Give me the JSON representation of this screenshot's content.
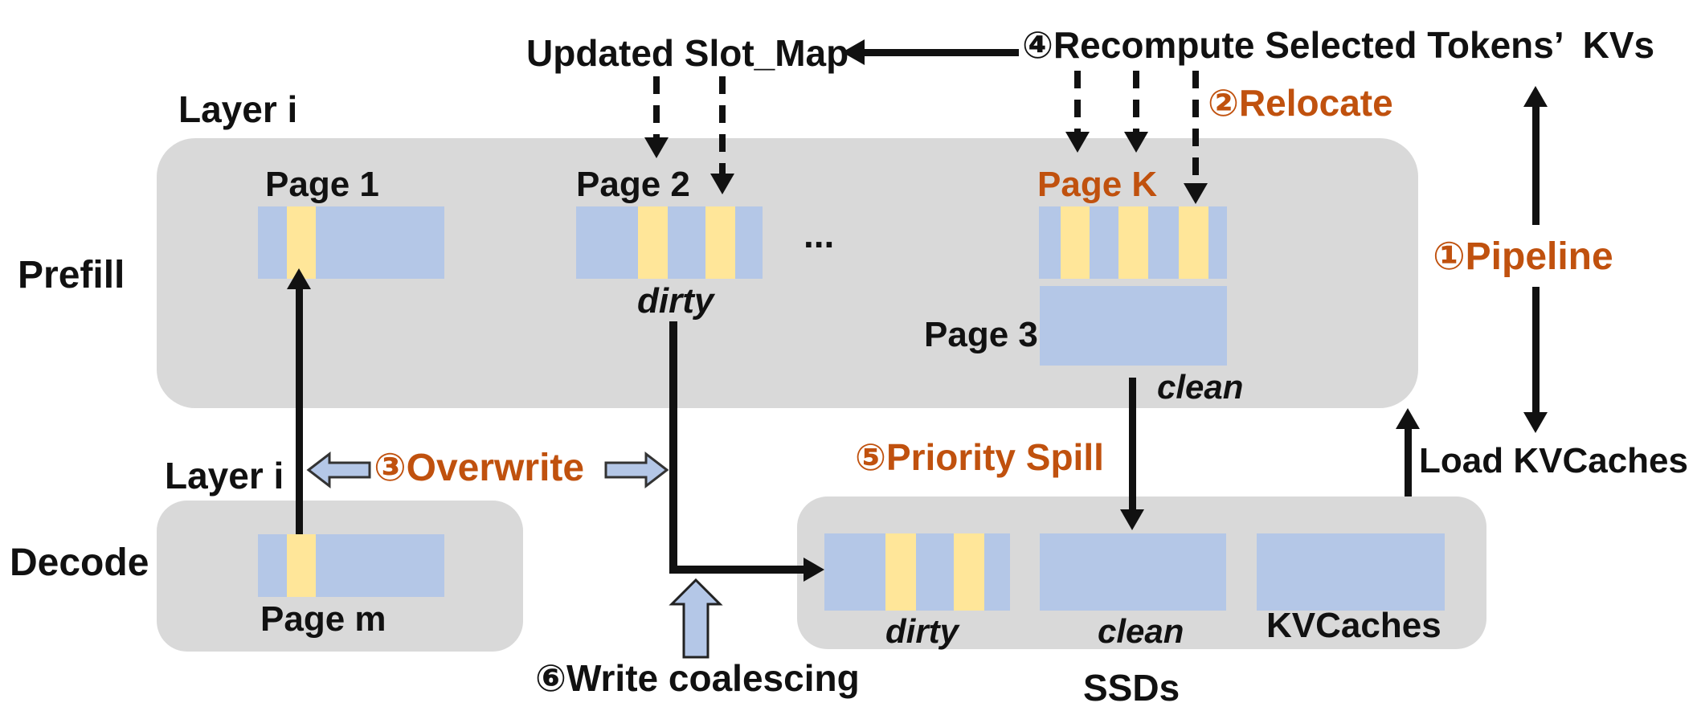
{
  "colors": {
    "accent_orange": "#c0510e",
    "bar_blue": "#b4c7e7",
    "bar_yellow": "#ffe699",
    "box_gray": "#d9d9d9",
    "arrow_black": "#111111",
    "block_arrow_fill": "#b4c7e7",
    "block_arrow_outline": "#333333"
  },
  "top": {
    "updated_slot_map": "Updated Slot_Map",
    "recompute": "④Recompute Selected Tokens’  KVs",
    "relocate": "②Relocate"
  },
  "prefill": {
    "layer_label": "Layer i",
    "row_label": "Prefill",
    "page1_label": "Page 1",
    "page2_label": "Page 2",
    "page2_state": "dirty",
    "ellipsis": "...",
    "pagek_label": "Page K",
    "page3_label": "Page 3",
    "page3_state": "clean"
  },
  "annotations": {
    "pipeline": "①Pipeline",
    "overwrite": "③Overwrite",
    "priority_spill": "⑤Priority Spill",
    "write_coalescing": "⑥Write coalescing",
    "load_kvcaches": "Load KVCaches",
    "layer_label_mid": "Layer i"
  },
  "decode": {
    "row_label": "Decode",
    "pagem_label": "Page m"
  },
  "ssd": {
    "dirty_label": "dirty",
    "clean_label": "clean",
    "kvcaches_label": "KVCaches",
    "box_label": "SSDs"
  },
  "bars": {
    "page1": [
      [
        "b",
        15.5
      ],
      [
        "y",
        15.5
      ],
      [
        "b",
        69
      ]
    ],
    "page2": [
      [
        "b",
        33
      ],
      [
        "y",
        16
      ],
      [
        "b",
        20.5
      ],
      [
        "y",
        16
      ],
      [
        "b",
        14.5
      ]
    ],
    "pagek": [
      [
        "b",
        11.5
      ],
      [
        "y",
        15.5
      ],
      [
        "b",
        15.5
      ],
      [
        "y",
        15.5
      ],
      [
        "b",
        16.5
      ],
      [
        "y",
        15.5
      ],
      [
        "b",
        10
      ]
    ],
    "page3": [
      [
        "b",
        100
      ]
    ],
    "pagem": [
      [
        "b",
        15.5
      ],
      [
        "y",
        15.5
      ],
      [
        "b",
        69
      ]
    ],
    "ssd_dirty": [
      [
        "b",
        33
      ],
      [
        "y",
        16.5
      ],
      [
        "b",
        20
      ],
      [
        "y",
        16.5
      ],
      [
        "b",
        14
      ]
    ],
    "ssd_clean": [
      [
        "b",
        100
      ]
    ],
    "ssd_kvcaches": [
      [
        "b",
        100
      ]
    ]
  }
}
